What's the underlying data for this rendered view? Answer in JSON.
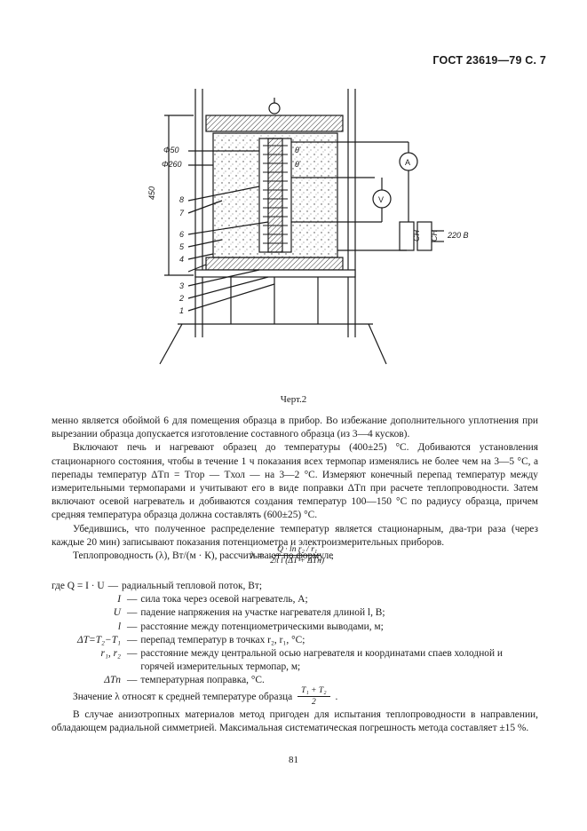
{
  "header": {
    "title": "ГОСТ 23619—79 С. 7"
  },
  "figure": {
    "caption": "Черт.2",
    "labels": {
      "d50": "Φ50",
      "d260": "Φ260",
      "h450": "450",
      "n8": "8",
      "n7": "7",
      "n6": "6",
      "n5": "5",
      "n4": "4",
      "n3": "3",
      "n2": "2",
      "n1": "1",
      "theta1": "θ",
      "theta2": "θ",
      "ammeter": "A",
      "voltmeter": "V",
      "ch1": "СН",
      "ch2": "СН",
      "voltage": "220 В"
    }
  },
  "paragraphs": {
    "p1": "менно является обоймой 6 для помещения образца в прибор. Во избежание дополнительного уплотнения при вырезании образца допускается изготовление составного образца (из 3—4 кусков).",
    "p2": "Включают печь и нагревают образец до температуры (400±25) °С. Добиваются установления стационарного состояния, чтобы в течение 1 ч показания всех термопар изменялись не более чем на 3—5 °С, а перепады температур ΔTп = Tгор — Tхол — на 3—2 °С. Измеряют конечный перепад температур между измерительными термопарами и учитывают его в виде поправки ΔTп при расчете теплопроводности. Затем включают осевой нагреватель и добиваются создания температур 100—150 °С по радиусу образца, причем средняя температура образца должна составлять (600±25) °С.",
    "p3": "Убедившись, что полученное распределение температур является стационарным, два-три раза (через каждые 20 мин) записывают показания потенциометра и электроизмерительных приборов.",
    "p4": "Теплопроводность (λ), Вт/(м · К), рассчитывают по формуле"
  },
  "formula": {
    "lhs": "λ =",
    "numerator": "Q · ln r₂ / r₁",
    "denominator": "2π l (ΔT + ΔTп)",
    "tail": ","
  },
  "definitions": [
    {
      "symbol": "где Q = I · U",
      "text": "радиальный тепловой поток, Вт;"
    },
    {
      "symbol": "I",
      "text": "сила тока через осевой нагреватель, А;"
    },
    {
      "symbol": "U",
      "text": "падение напряжения на участке нагревателя длиной l, В;"
    },
    {
      "symbol": "l",
      "text": "расстояние между потенциометрическими выводами, м;"
    },
    {
      "symbol": "ΔT=T₂−T₁",
      "text": "перепад температур в точках r₂, r₁, °С;"
    },
    {
      "symbol": "r₁, r₂",
      "text": "расстояние между центральной осью нагревателя и координатами спаев холодной и горячей измерительных термопар, м;"
    },
    {
      "symbol": "ΔTп",
      "text": "температурная поправка, °С."
    }
  ],
  "mean": {
    "text": "Значение λ относят к средней температуре образца",
    "numerator": "T₁ + T₂",
    "denominator": "2",
    "tail": "."
  },
  "final_paragraph": "В случае анизотропных материалов метод пригоден для испытания теплопроводности в направлении, обладающем радиальной симметрией. Максимальная систематическая погрешность метода составляет ±15 %.",
  "page_number": "81"
}
